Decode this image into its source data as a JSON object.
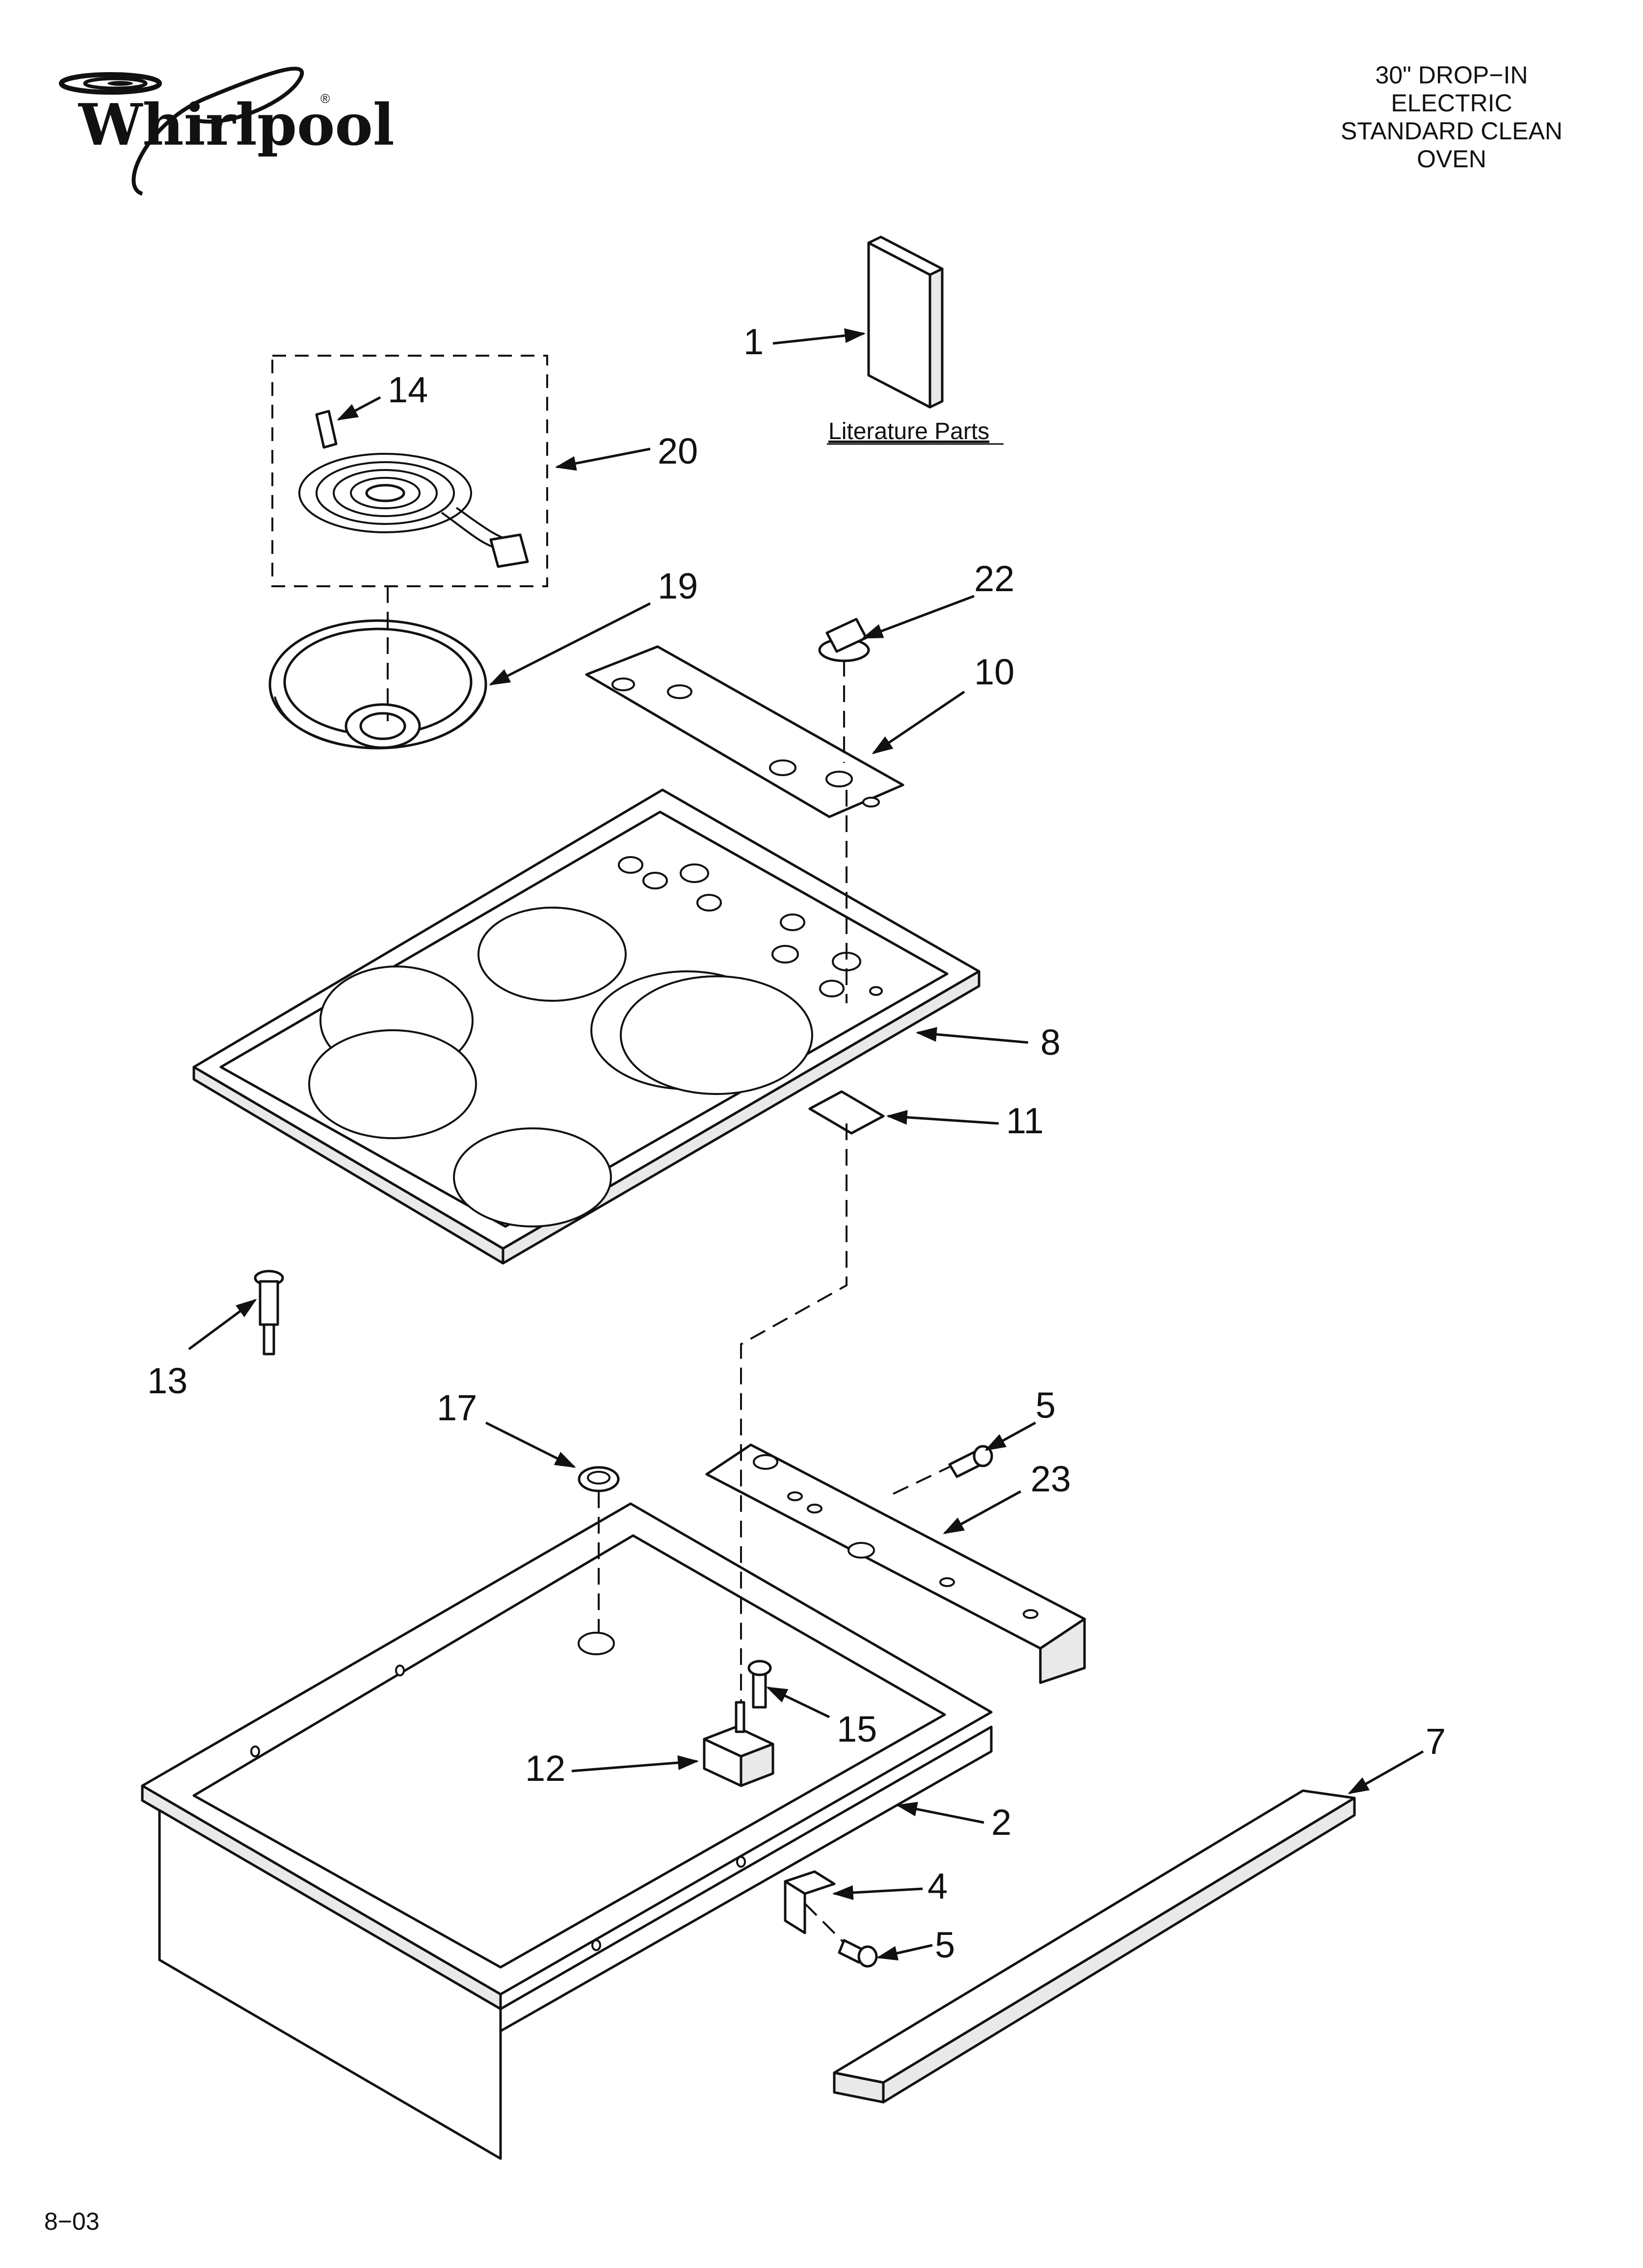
{
  "brand": {
    "name": "Whirlpool",
    "trademark": "®"
  },
  "title_lines": [
    "30\" DROP−IN",
    "ELECTRIC",
    "STANDARD CLEAN",
    "OVEN"
  ],
  "literature_label": "Literature Parts",
  "footer_code": "8−03",
  "callouts": {
    "c1": "1",
    "c2": "2",
    "c4": "4",
    "c5a": "5",
    "c5b": "5",
    "c7": "7",
    "c8": "8",
    "c10": "10",
    "c11": "11",
    "c12": "12",
    "c13": "13",
    "c14": "14",
    "c15": "15",
    "c17": "17",
    "c19": "19",
    "c20": "20",
    "c22": "22",
    "c23": "23"
  },
  "icons": {
    "logo": "whirlpool-swirl-logo",
    "arrow": "callout-arrow"
  }
}
